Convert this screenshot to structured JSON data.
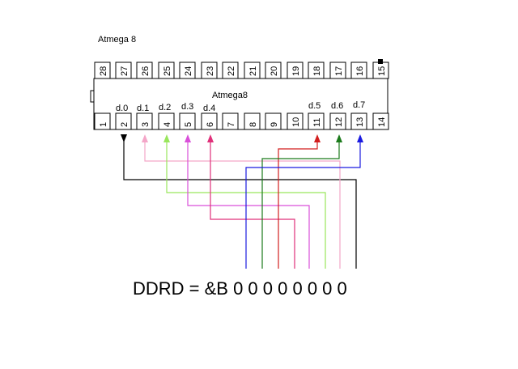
{
  "title": "Atmega 8",
  "chip_label": "Atmega8",
  "top_pins": [
    "28",
    "27",
    "26",
    "25",
    "24",
    "23",
    "22",
    "21",
    "20",
    "19",
    "18",
    "17",
    "16",
    "15"
  ],
  "bottom_pins": [
    "1",
    "2",
    "3",
    "4",
    "5",
    "6",
    "7",
    "8",
    "9",
    "10",
    "11",
    "12",
    "13",
    "14"
  ],
  "port_labels": [
    "d.0",
    "d.1",
    "d.2",
    "d.3",
    "d.4",
    "d.5",
    "d.6",
    "d.7"
  ],
  "formula": "DDRD = &B 0 0 0 0 0 0 0 0",
  "wire_colors": {
    "d0": "#000000",
    "d1": "#f4a6c8",
    "d2": "#99e65c",
    "d3": "#d94fd9",
    "d4": "#e0307a",
    "d5": "#d21e1e",
    "d6": "#1b7a1b",
    "d7": "#1a1ae0"
  }
}
